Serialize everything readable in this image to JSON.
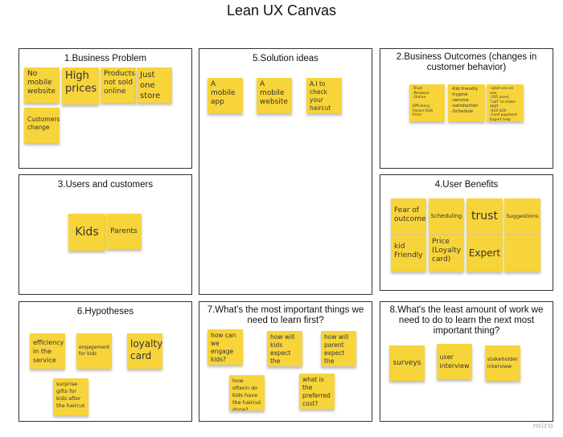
{
  "title": "Lean UX Canvas",
  "panels": {
    "p1": {
      "title": "1.Business Problem",
      "notes": [
        "No mobile website",
        "High prices",
        "Products not sold online",
        "Just one store",
        "Customers change"
      ]
    },
    "p5": {
      "title": "5.Solution ideas",
      "notes": [
        "A mobile app",
        "A mobile website",
        "A.I to check your haircut prior"
      ]
    },
    "p2": {
      "title": "2.Business Outcomes (changes in customer behavior)",
      "notes": [
        "-Trust\n-Reliance\n-Online\n\nEfficiency\nFavors Kids\nPrice",
        "-Kid friendly\n-hygine\n-service\n-satisfaction\n-Schedule",
        "-splot one on one\n-105 users\n\"call\" to make appt\n-$10-$20\n-Card payment\nExpert help"
      ]
    },
    "p3": {
      "title": "3.Users and customers",
      "notes": [
        "Kids",
        "Parents"
      ]
    },
    "p4": {
      "title": "4.User Benefits",
      "notes": [
        "Fear of outcome",
        "Scheduling",
        "trust",
        "Suggestions",
        "kid Friendly",
        "Price (Loyalty card)",
        "Expert",
        ""
      ]
    },
    "p6": {
      "title": "6.Hypotheses",
      "notes": [
        "efficiency in the service",
        "engagement for kids",
        "loyalty card",
        "surprise gifts for kids after the haircut"
      ]
    },
    "p7": {
      "title": "7.What's the most important things we need to learn first?",
      "notes": [
        "how can we engage kids?",
        "how will kids expect the process?",
        "how will parent expect the process",
        "how oftenn do kids have the haircut done?",
        "what is the preferred cost?"
      ]
    },
    "p8": {
      "title": "8.What's the least amount of work we need to do to learn the next most important thing?",
      "notes": [
        "surveys",
        "user interview",
        "stakeholder interview"
      ]
    }
  },
  "watermark": "miro",
  "colors": {
    "sticky": "#f7d43a"
  }
}
